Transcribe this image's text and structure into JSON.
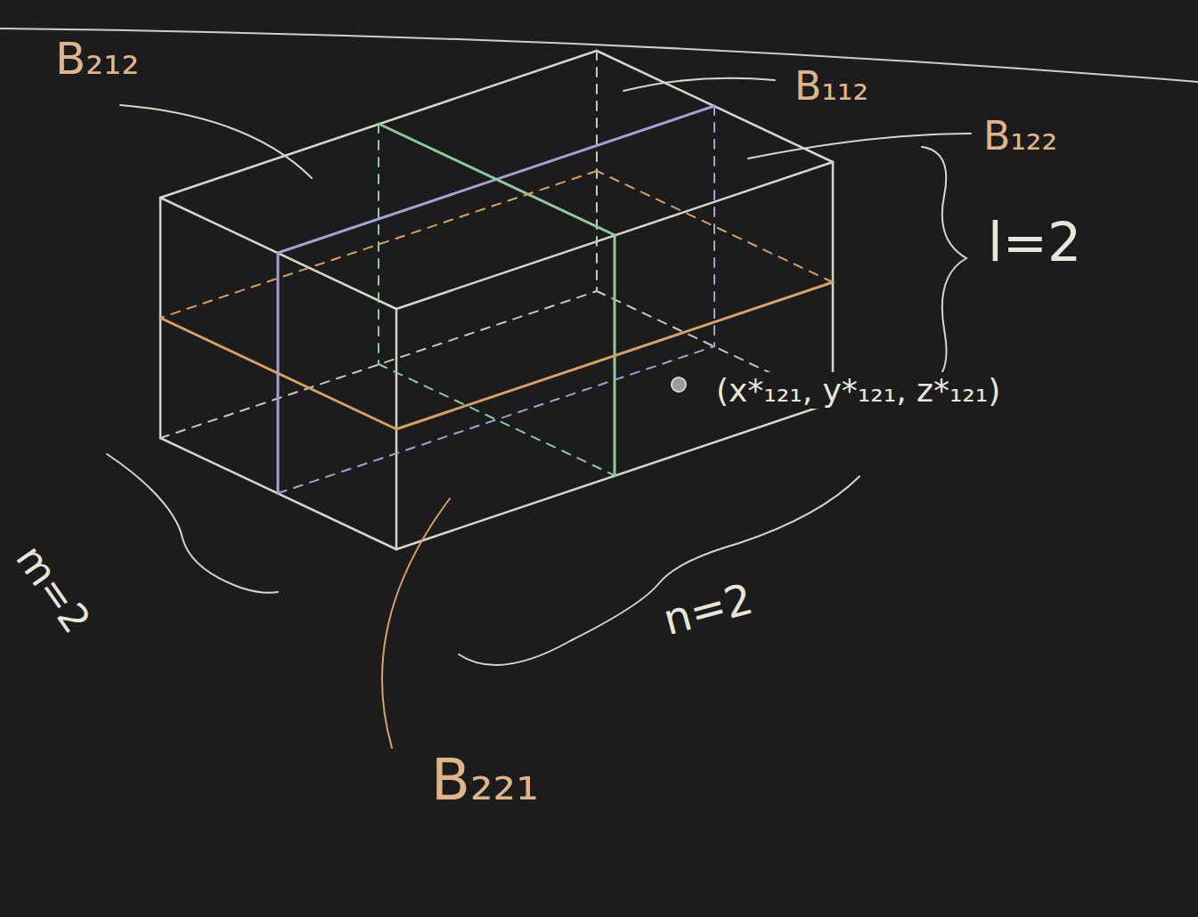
{
  "diagram": {
    "labels": [
      "B₂₁₂",
      "B₁₁₂",
      "B₁₂₂",
      "l=2",
      "(x*₁₂₁, y*₁₂₁, z*₁₂₁)",
      "m=2",
      "n=2",
      "B₂₂₁"
    ]
  }
}
